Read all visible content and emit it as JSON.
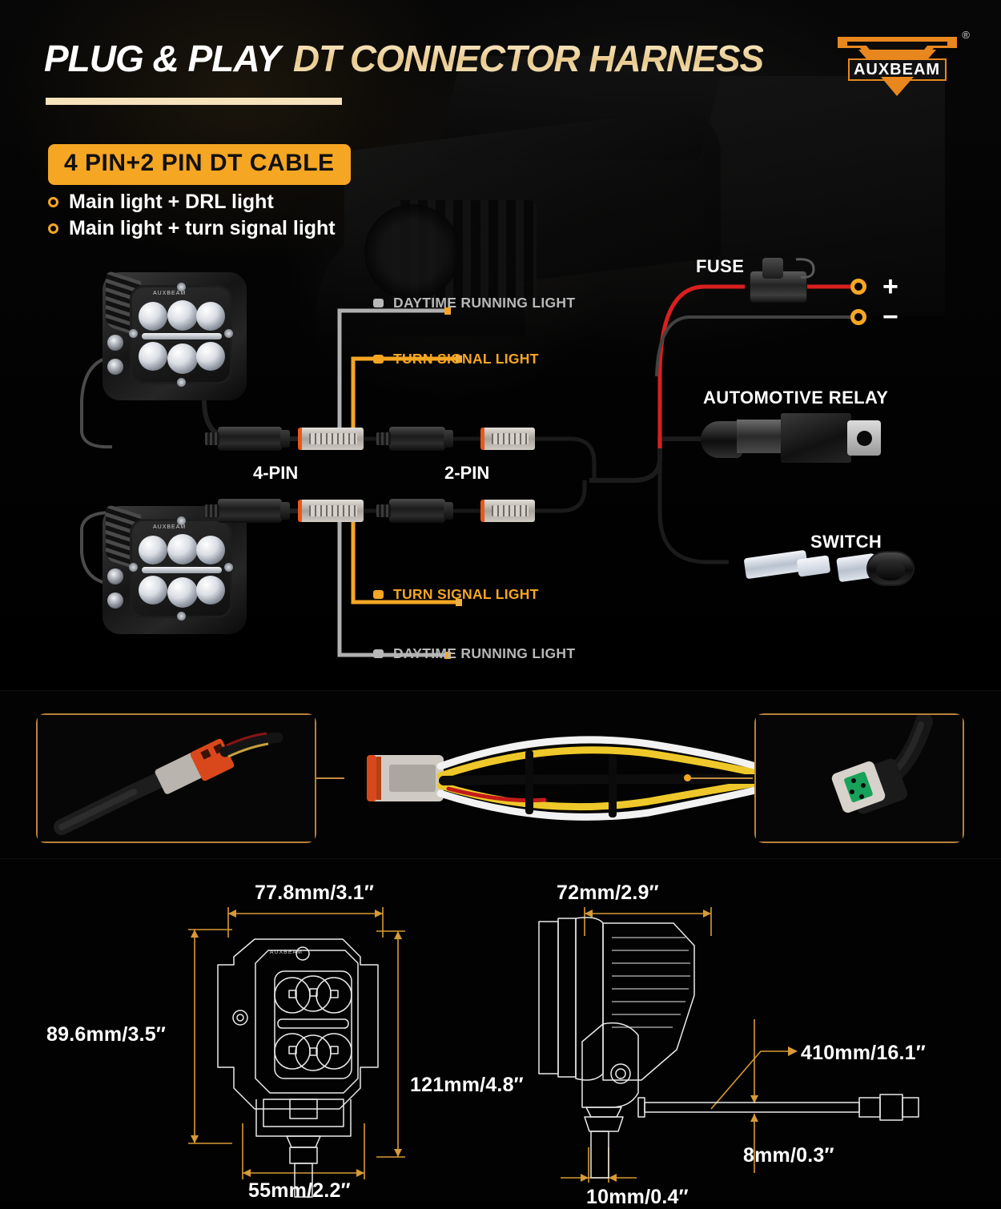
{
  "header": {
    "title_white": "PLUG & PLAY",
    "title_gold": "DT CONNECTOR HARNESS",
    "brand": "AUXBEAM",
    "registered_mark": "®"
  },
  "intro": {
    "badge": "4 PIN+2 PIN DT CABLE",
    "bullets": [
      "Main light + DRL light",
      "Main light + turn signal light"
    ],
    "accent_color": "#f5a623",
    "gold_color": "#f3dcae"
  },
  "wiring": {
    "labels": {
      "drl_top": "DAYTIME RUNNING LIGHT",
      "turn_top": "TURN SIGNAL LIGHT",
      "turn_bottom": "TURN SIGNAL LIGHT",
      "drl_bottom": "DAYTIME RUNNING LIGHT",
      "fuse": "FUSE",
      "relay": "AUTOMOTIVE RELAY",
      "switch": "SWITCH",
      "pin4": "4-PIN",
      "pin2": "2-PIN",
      "terminal_positive": "+",
      "terminal_negative": "−"
    },
    "colors": {
      "drl_wire": "#b8b8b8",
      "turn_wire": "#f5a623",
      "positive_wire": "#e02020",
      "negative_wire": "#3a3a3a"
    }
  },
  "harness": {
    "left_callout_name": "4-pin-dt-connector-closeup",
    "right_callout_name": "2-pin-dt-connector-closeup"
  },
  "dimensions": {
    "front": {
      "width": "77.8mm/3.1″",
      "height_left": "89.6mm/3.5″",
      "height_total": "121mm/4.8″",
      "base_width": "55mm/2.2″",
      "brand_mark": "AUXBEAM"
    },
    "side": {
      "depth": "72mm/2.9″",
      "cable_length": "410mm/16.1″",
      "cable_diameter": "8mm/0.3″",
      "stud_diameter": "10mm/0.4″"
    },
    "line_color": "#d79a36"
  }
}
